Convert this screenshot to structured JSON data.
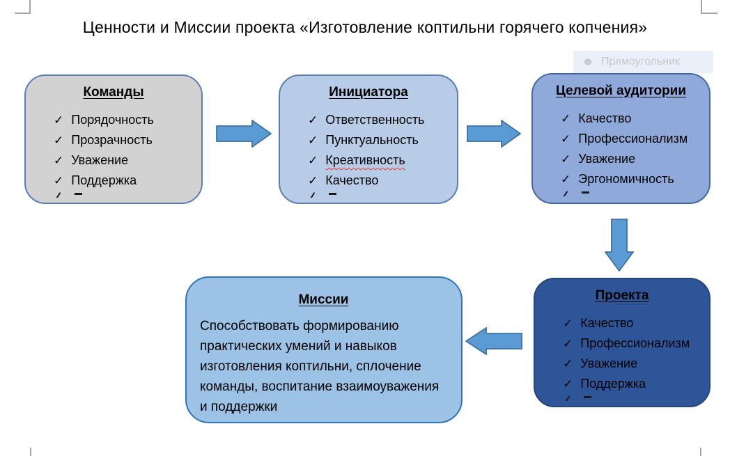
{
  "title": "Ценности и Миссии проекта «Изготовление коптильни горячего копчения»",
  "screen_tip": {
    "label": "Прямоугольник"
  },
  "icons": {
    "check": "✓",
    "bullet": "●"
  },
  "boxes": {
    "team": {
      "title": "Команды",
      "items": [
        "Порядочность",
        "Прозрачность",
        "Уважение",
        "Поддержка"
      ],
      "has_clipped_item": true
    },
    "initiator": {
      "title": "Инициатора",
      "items": [
        "Ответственность",
        "Пунктуальность",
        "Креативность",
        "Качество"
      ],
      "misspelled_item": "Креативность",
      "has_clipped_item": true
    },
    "audience": {
      "title": "Целевой аудитории",
      "items": [
        "Качество",
        "Профессионализм",
        "Уважение",
        "Эргономичность"
      ],
      "has_clipped_item": true
    },
    "project": {
      "title": "Проекта",
      "items": [
        "Качество",
        "Профессионализм",
        "Уважение",
        "Поддержка"
      ],
      "has_clipped_item": true
    },
    "mission": {
      "title": "Миссии",
      "body": "Способствовать формированию практических умений и навыков изготовления коптильни, сплочение команды, воспитание взаимоуважения и поддержки"
    }
  },
  "flow": [
    "team → initiator",
    "initiator → audience",
    "audience → project",
    "project → mission"
  ],
  "colors": {
    "team_fill": "#d2d2d2",
    "initiator_fill": "#b8cce8",
    "audience_fill": "#8ea9da",
    "project_fill": "#2e5597",
    "mission_fill": "#9cc2e6",
    "box_border": "#5b7fb2",
    "mission_border": "#2e75b6",
    "project_border": "#24447c",
    "arrow_fill": "#5b9bd5",
    "arrow_border": "#41719c",
    "spellcheck_underline": "#e03c31",
    "corner_mark": "#a6a6a6",
    "tip_background": "#e9f0f9",
    "tip_text": "#c9c9c9"
  }
}
